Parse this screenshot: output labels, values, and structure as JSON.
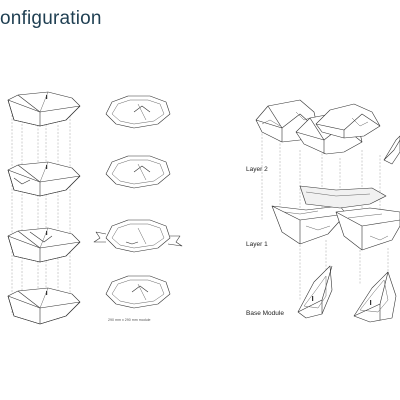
{
  "header": {
    "title": "onfiguration"
  },
  "left": {
    "caption": "290 mm x 290 mm  module"
  },
  "right": {
    "labels": {
      "layer2": "Layer 2",
      "layer1": "Layer 1",
      "base": "Base Module"
    }
  },
  "colors": {
    "title": "#1f3f52",
    "line": "#333333",
    "projection": "#888888"
  }
}
